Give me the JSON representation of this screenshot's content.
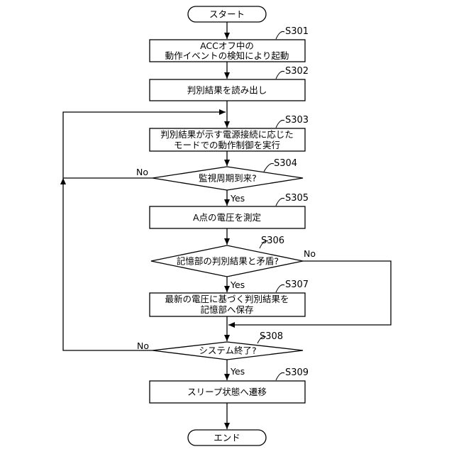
{
  "start": {
    "label": "スタート"
  },
  "end": {
    "label": "エンド"
  },
  "steps": {
    "s301": {
      "id": "S301",
      "lines": [
        "ACCオフ中の",
        "動作イベントの検知により起動"
      ]
    },
    "s302": {
      "id": "S302",
      "lines": [
        "判別結果を読み出し"
      ]
    },
    "s303": {
      "id": "S303",
      "lines": [
        "判別結果が示す電源接続に応じた",
        "モードでの動作制御を実行"
      ]
    },
    "s304": {
      "id": "S304",
      "lines": [
        "監視周期到来?"
      ]
    },
    "s305": {
      "id": "S305",
      "lines": [
        "A点の電圧を測定"
      ]
    },
    "s306": {
      "id": "S306",
      "lines": [
        "記憶部の判別結果と矛盾?"
      ]
    },
    "s307": {
      "id": "S307",
      "lines": [
        "最新の電圧に基づく判別結果を",
        "記憶部へ保存"
      ]
    },
    "s308": {
      "id": "S308",
      "lines": [
        "システム終了?"
      ]
    },
    "s309": {
      "id": "S309",
      "lines": [
        "スリープ状態へ遷移"
      ]
    }
  },
  "branches": {
    "s304_no": "No",
    "s304_yes": "Yes",
    "s306_no": "No",
    "s306_yes": "Yes",
    "s308_no": "No",
    "s308_yes": "Yes"
  }
}
